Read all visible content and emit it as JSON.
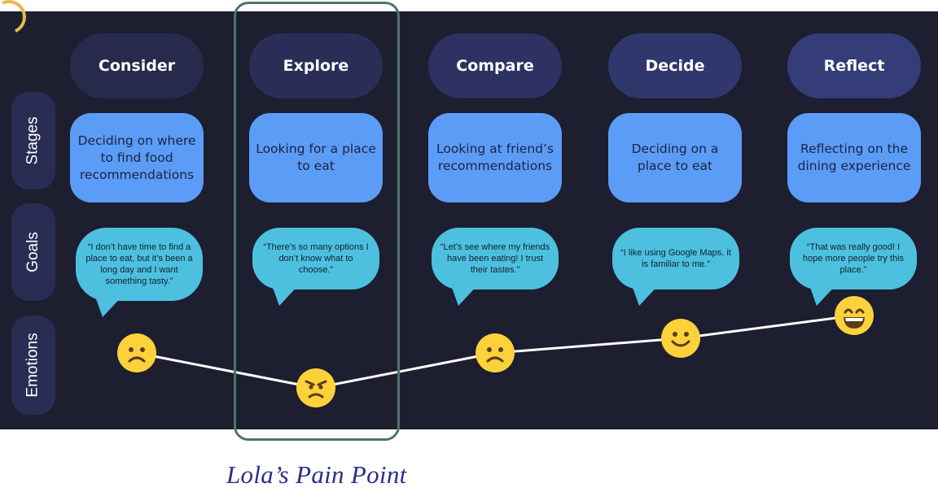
{
  "stages": [
    {
      "name": "Consider",
      "header_color": "#272a4c",
      "description": "Deciding on where to find food recommendations",
      "quote": "“I don’t have time to find a place to eat, but it’s been a long day and I want something tasty.”",
      "emotion": "frowning-face"
    },
    {
      "name": "Explore",
      "header_color": "#2a2e57",
      "description": "Looking for a place to eat",
      "quote": "“There’s so many options I don’t know what to choose.”",
      "emotion": "angry-face"
    },
    {
      "name": "Compare",
      "header_color": "#2d3262",
      "description": "Looking at friend’s recommendations",
      "quote": "“Let’s see where my friends have been eating! I trust their tastes.”",
      "emotion": "frowning-face"
    },
    {
      "name": "Decide",
      "header_color": "#30376c",
      "description": "Deciding on a place to eat",
      "quote": "“I like using Google Maps, it is familiar to me.”",
      "emotion": "smiling-face"
    },
    {
      "name": "Reflect",
      "header_color": "#343d78",
      "description": "Reflecting on the dining experience",
      "quote": "“That was really good! I hope more people try this place.”",
      "emotion": "grinning-face"
    }
  ],
  "row_labels": {
    "stages": "Stages",
    "goals": "Goals",
    "emotions": "Emotions"
  },
  "emotion_levels": [
    2,
    1,
    2,
    3,
    4
  ],
  "pain_point_caption": "Lola’s Pain Point",
  "colors": {
    "background": "#1d1e30",
    "stage_box": "#5b9cf7",
    "bubble": "#4dc0e0",
    "face": "#fbd239",
    "highlight": "#4e7468",
    "caption": "#2b2d8a"
  }
}
